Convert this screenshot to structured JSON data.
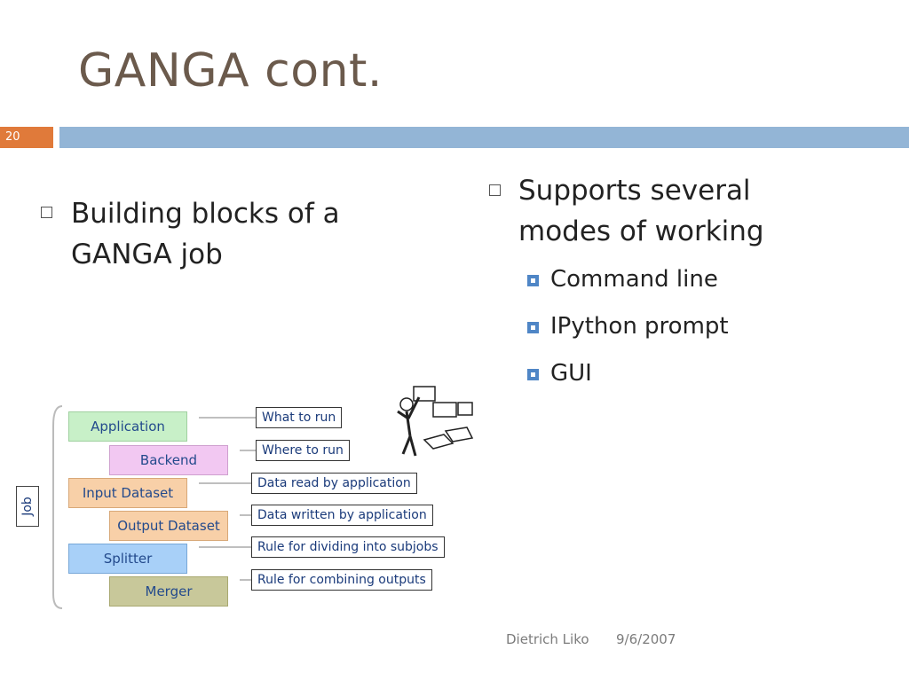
{
  "slide": {
    "title": "GANGA cont.",
    "number": "20",
    "left_bullet": "Building blocks of a GANGA job",
    "right_bullet": "Supports several modes of working",
    "right_subitems": [
      "Command line",
      "IPython prompt",
      "GUI"
    ]
  },
  "diagram": {
    "job_label": "Job",
    "blocks": [
      "Application",
      "Backend",
      "Input Dataset",
      "Output Dataset",
      "Splitter",
      "Merger"
    ],
    "descriptions": [
      "What to run",
      "Where to run",
      "Data read by application",
      "Data written by application",
      "Rule for dividing into subjobs",
      "Rule for combining outputs"
    ]
  },
  "footer": {
    "author": "Dietrich Liko",
    "date": "9/6/2007"
  },
  "colors": {
    "title": "#6b5a4c",
    "accent_orange": "#e07a3a",
    "accent_blue": "#93b5d6",
    "bullet_blue": "#4f86c6"
  }
}
